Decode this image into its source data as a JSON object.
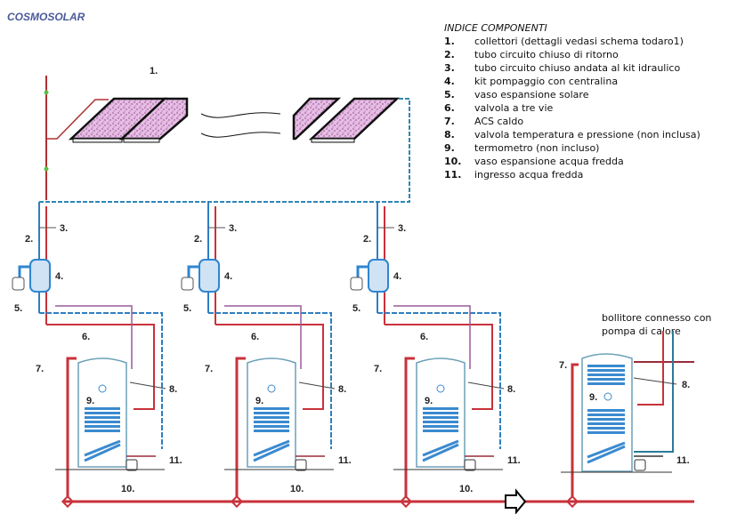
{
  "brand": "COSMOSOLAR",
  "legend": {
    "title": "INDICE COMPONENTI",
    "items": [
      {
        "num": "1.",
        "text": "collettori (dettagli vedasi schema todaro1)"
      },
      {
        "num": "2.",
        "text": "tubo circuito chiuso di ritorno"
      },
      {
        "num": "3.",
        "text": "tubo circuito chiuso andata al kit idraulico"
      },
      {
        "num": "4.",
        "text": "kit pompaggio con centralina"
      },
      {
        "num": "5.",
        "text": "vaso espansione solare"
      },
      {
        "num": "6.",
        "text": "valvola a tre vie"
      },
      {
        "num": "7.",
        "text": "ACS caldo"
      },
      {
        "num": "8.",
        "text": "valvola temperatura e pressione (non inclusa)"
      },
      {
        "num": "9.",
        "text": "termometro (non incluso)"
      },
      {
        "num": "10.",
        "text": "vaso espansione acqua fredda"
      },
      {
        "num": "11.",
        "text": "ingresso acqua fredda"
      }
    ]
  },
  "heat_pump_note": [
    "bollitore connesso con",
    "pompa di calore"
  ],
  "labels": {
    "collectors": "1.",
    "return_pipe": "2.",
    "flow_pipe": "3.",
    "pump_kit": "4.",
    "solar_expansion": "5.",
    "three_way_valve": "6.",
    "hot_water": "7.",
    "tp_valve": "8.",
    "thermometer": "9.",
    "cold_expansion": "10.",
    "cold_inlet": "11."
  },
  "colors": {
    "hot": "#c8323a",
    "cold": "#2f7fc0",
    "panel": "#d9a6d6",
    "tank": "#6aa0b8",
    "coil": "#3a8ad0",
    "brand": "#4a5a9a"
  }
}
